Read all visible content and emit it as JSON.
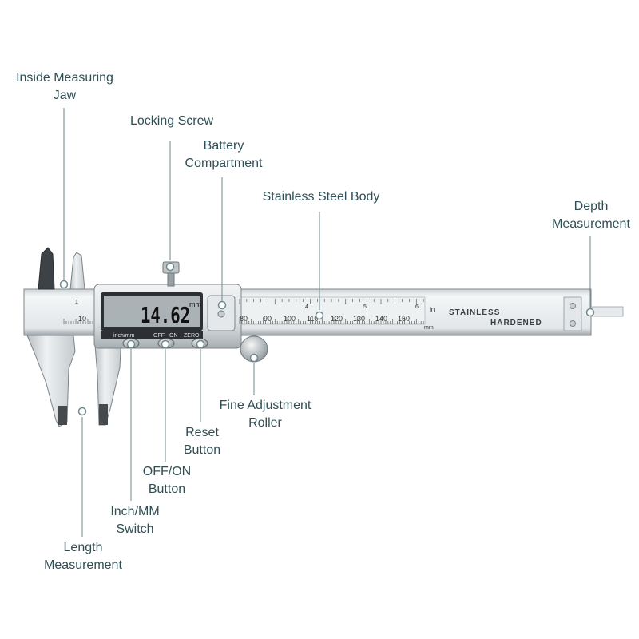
{
  "colors": {
    "label_text": "#2f4f55",
    "leader_line": "#6f8a8e",
    "metal_light": "#e9ecee",
    "metal_dark": "#8a9299",
    "lcd_background": "#aab2b6",
    "lcd_digits": "#111111"
  },
  "labels": {
    "inside_jaw": [
      "Inside Measuring",
      "Jaw"
    ],
    "locking_screw": [
      "Locking Screw"
    ],
    "battery": [
      "Battery",
      "Compartment"
    ],
    "body": [
      "Stainless Steel Body"
    ],
    "depth": [
      "Depth",
      "Measurement"
    ],
    "roller": [
      "Fine Adjustment",
      "Roller"
    ],
    "reset": [
      "Reset",
      "Button"
    ],
    "offon": [
      "OFF/ON",
      "Button"
    ],
    "inchmm": [
      "Inch/MM",
      "Switch"
    ],
    "length": [
      "Length",
      "Measurement"
    ]
  },
  "caliper": {
    "display_value": "14.62",
    "display_unit": "mm",
    "button_labels": [
      "inch/mm",
      "OFF",
      "ON",
      "ZERO"
    ],
    "scale_mm": [
      "10",
      "80",
      "90",
      "100",
      "110",
      "120",
      "130",
      "140",
      "150"
    ],
    "scale_inch": [
      "1",
      "4",
      "5",
      "6"
    ],
    "scale_inch_unit": "in",
    "scale_mm_unit": "mm",
    "engraving_top": "STAINLESS",
    "engraving_bottom": "HARDENED"
  }
}
